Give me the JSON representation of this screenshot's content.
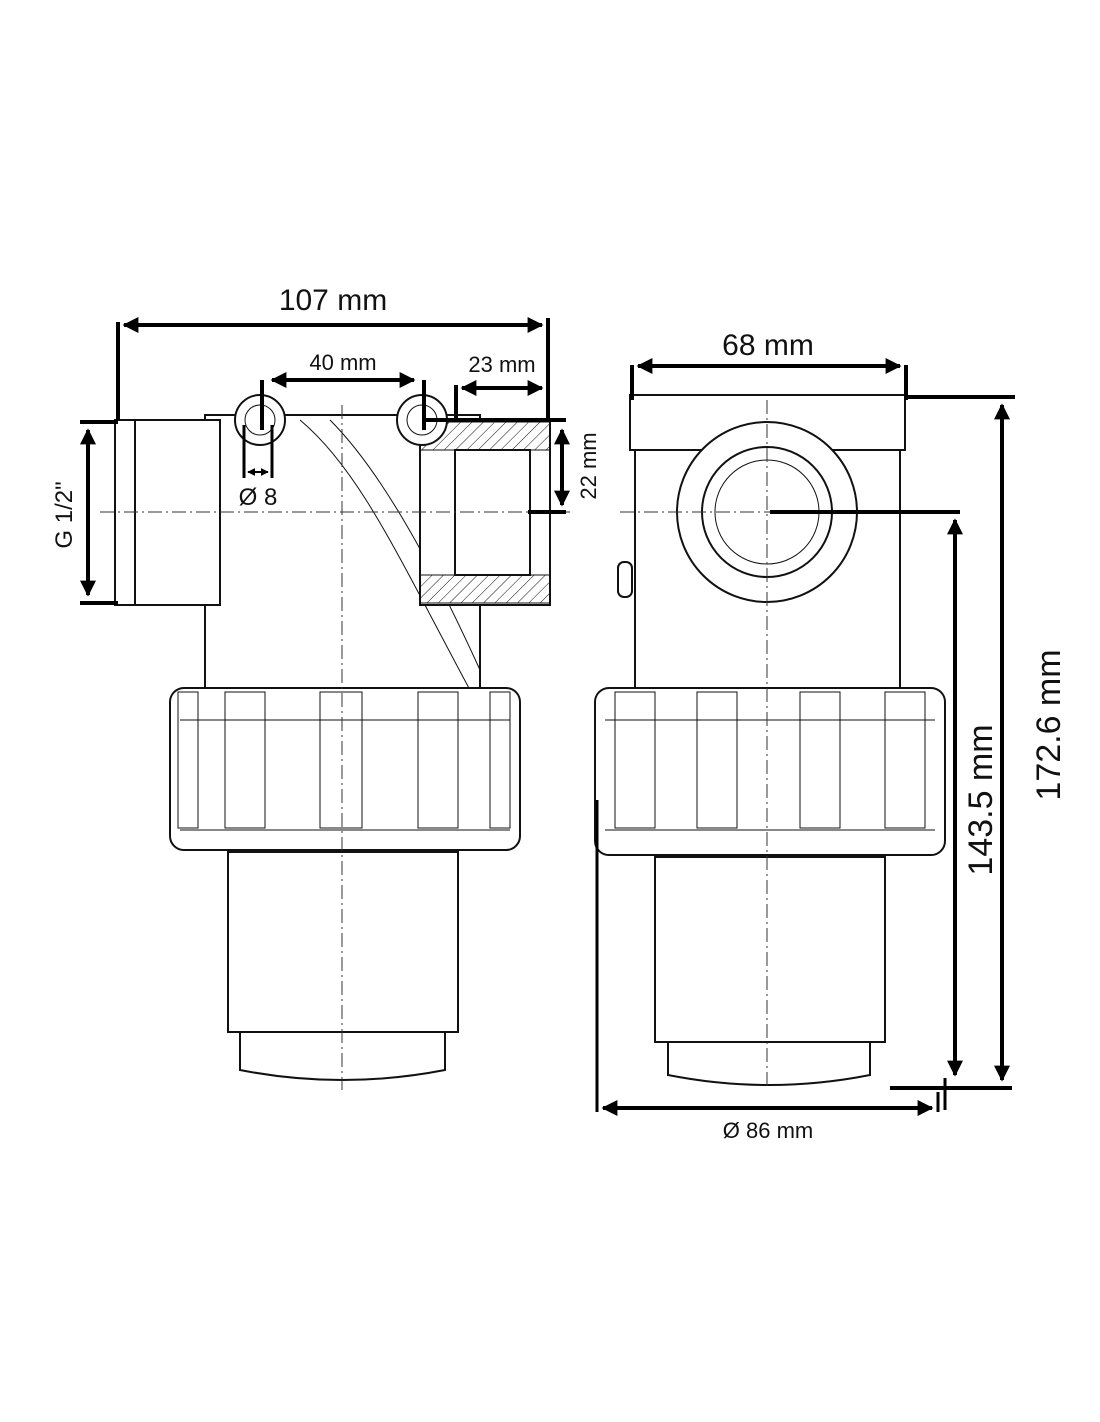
{
  "drawing": {
    "side_view": {
      "overall_width": "107 mm",
      "port_spacing": "40 mm",
      "outlet_depth": "23 mm",
      "outlet_offset": "22 mm",
      "thread": "G 1/2\"",
      "mount_hole": "Ø 8"
    },
    "front_view": {
      "top_width": "68 mm",
      "total_height": "172.6 mm",
      "axis_height": "143.5 mm",
      "diameter": "Ø 86 mm"
    }
  },
  "colors": {
    "line": "#111111",
    "background": "#ffffff"
  }
}
